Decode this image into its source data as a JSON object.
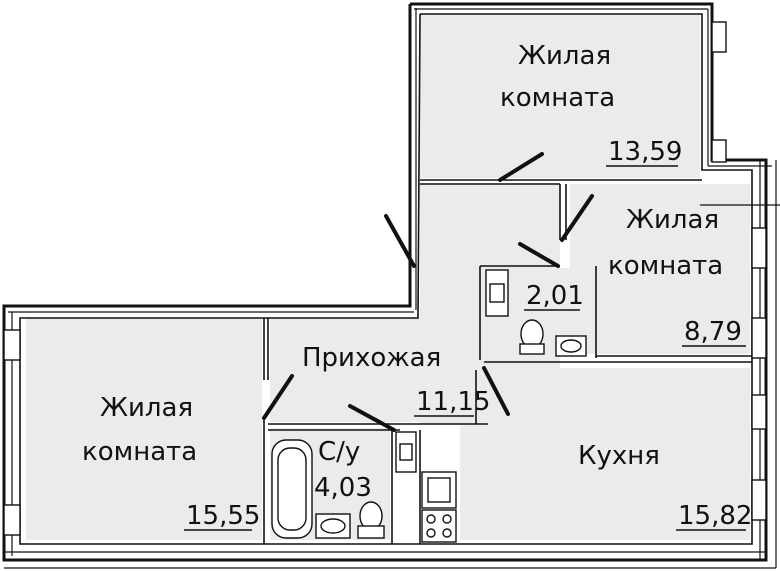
{
  "rooms": {
    "bedroom_top": {
      "name_line1": "Жилая",
      "name_line2": "комната",
      "area": "13,59"
    },
    "bedroom_right": {
      "name_line1": "Жилая",
      "name_line2": "комната",
      "area": "8,79"
    },
    "bedroom_left": {
      "name_line1": "Жилая",
      "name_line2": "комната",
      "area": "15,55"
    },
    "hallway": {
      "name": "Прихожая",
      "area": "11,15"
    },
    "bathroom_main": {
      "name": "С/у",
      "area": "4,03"
    },
    "bathroom_small": {
      "area": "2,01"
    },
    "kitchen": {
      "name": "Кухня",
      "area": "15,82"
    }
  }
}
